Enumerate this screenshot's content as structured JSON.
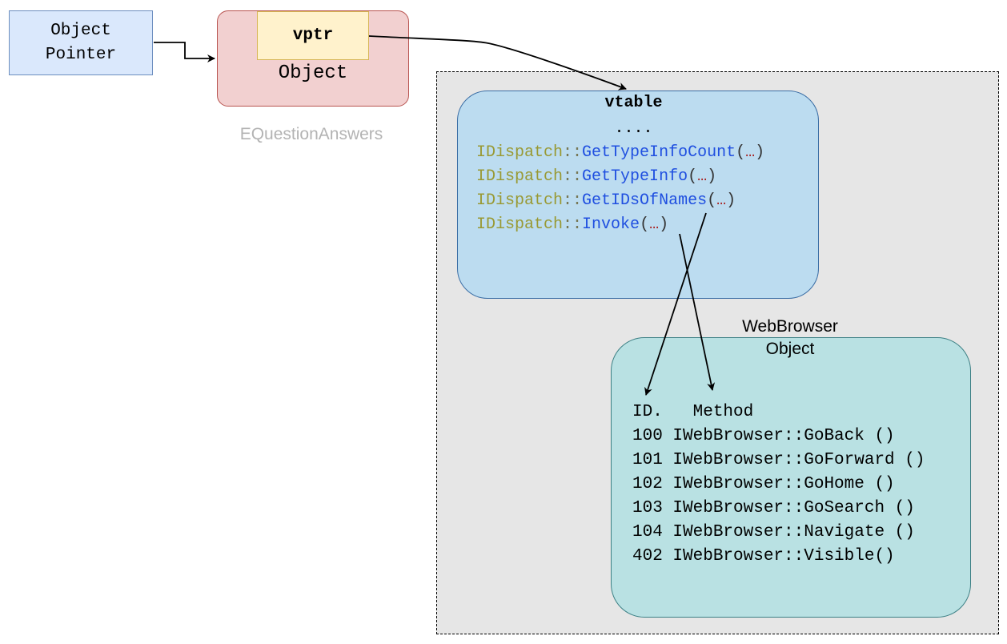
{
  "object_pointer": {
    "line1": "Object",
    "line2": "Pointer"
  },
  "object": {
    "vptr_label": "vptr",
    "label": "Object"
  },
  "caption": "EQuestionAnswers",
  "vtable": {
    "title": "vtable",
    "dots": "....",
    "entries": [
      {
        "iface": "IDispatch",
        "sep": "::",
        "method": "GetTypeInfoCount",
        "open": "(",
        "args": "…",
        "close": ")"
      },
      {
        "iface": "IDispatch",
        "sep": "::",
        "method": "GetTypeInfo",
        "open": "(",
        "args": "…",
        "close": ")"
      },
      {
        "iface": "IDispatch",
        "sep": "::",
        "method": "GetIDsOfNames",
        "open": "(",
        "args": "…",
        "close": ")"
      },
      {
        "iface": "IDispatch",
        "sep": "::",
        "method": "Invoke",
        "open": "(",
        "args": "…",
        "close": ")"
      }
    ]
  },
  "webbrowser": {
    "title_line1": "WebBrowser",
    "title_line2": "Object",
    "header": "ID.   Method",
    "rows": [
      "100 IWebBrowser::GoBack ()",
      "101 IWebBrowser::GoForward ()",
      "102 IWebBrowser::GoHome ()",
      "103 IWebBrowser::GoSearch ()",
      "104 IWebBrowser::Navigate ()",
      "402 IWebBrowser::Visible()"
    ]
  },
  "colors": {
    "pointer_fill": "#dae8fc",
    "object_fill": "#f2d0d0",
    "vptr_fill": "#fff2cc",
    "vtable_fill": "#bcdcf0",
    "webbrowser_fill": "#b9e1e3",
    "region_fill": "#e6e6e6",
    "caption_text": "#b3b3b3"
  }
}
